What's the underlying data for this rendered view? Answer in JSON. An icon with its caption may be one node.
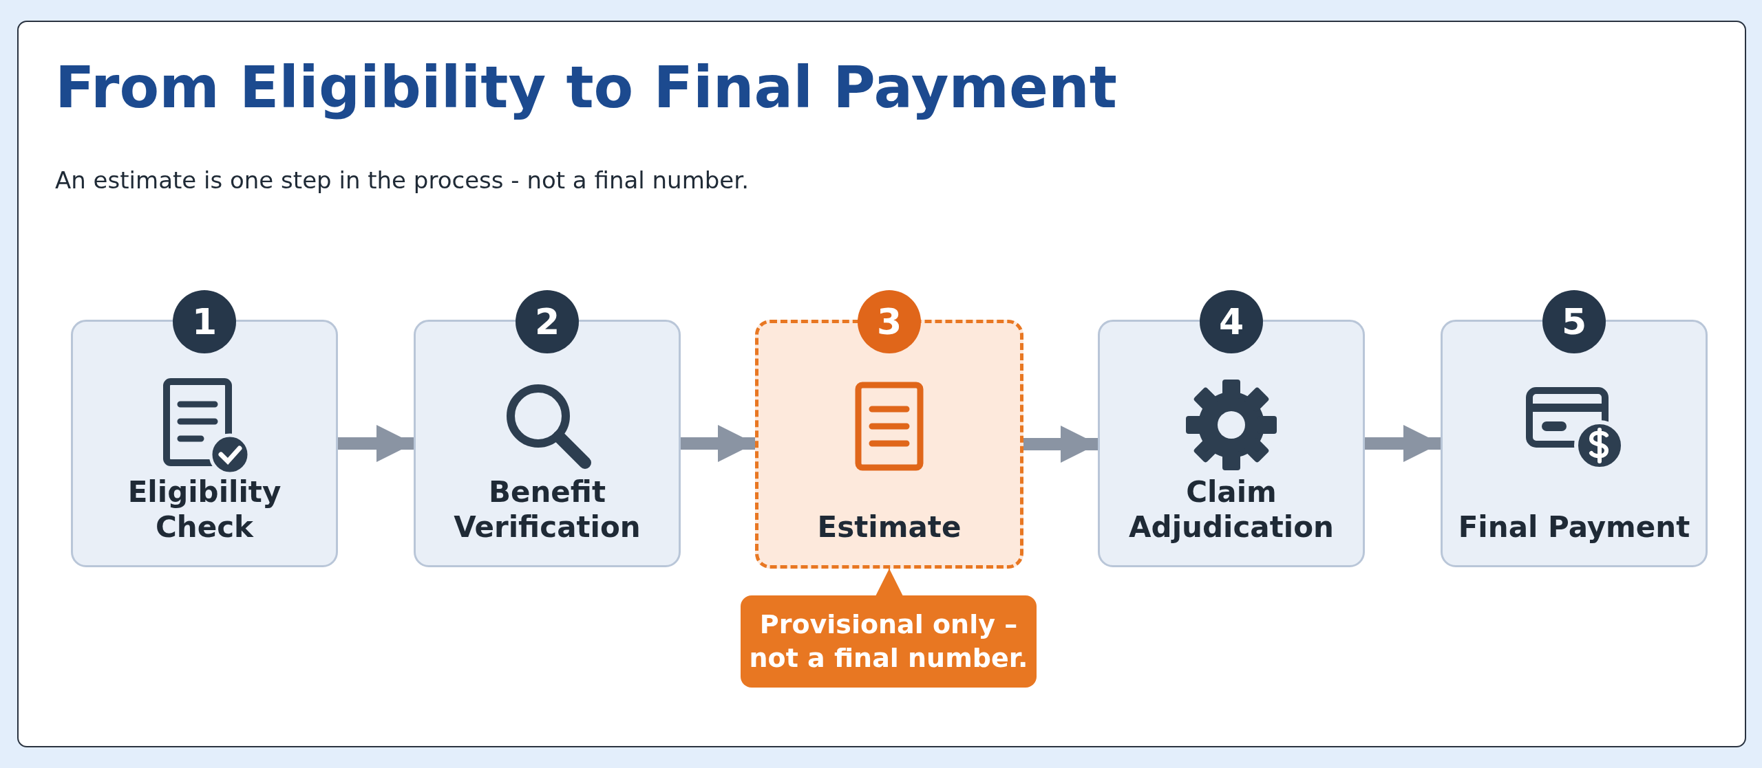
{
  "diagram": {
    "title": "From Eligibility to Final Payment",
    "nodes": [
      {
        "text": [
          "1",
          "Eligibility Check"
        ]
      },
      {
        "text": [
          "2",
          "Benefit Verification"
        ]
      },
      {
        "text": [
          "3",
          "Estimate"
        ]
      },
      {
        "text": [
          "4",
          "Claim Adjudication"
        ]
      },
      {
        "text": [
          "5",
          "Final Payment"
        ]
      },
      {
        "text": [
          "Provisional only – not a final number."
        ]
      }
    ],
    "edges": [
      {
        "from": 0,
        "to": 1,
        "arrow": "to"
      },
      {
        "from": 1,
        "to": 2,
        "arrow": "to"
      },
      {
        "from": 2,
        "to": 3,
        "arrow": "to"
      },
      {
        "from": 3,
        "to": 4,
        "arrow": "to"
      },
      {
        "from": 5,
        "to": 2,
        "arrow": "to",
        "color": "#e87722"
      }
    ],
    "labels": [
      "An estimate is one step in the process - not a final number."
    ]
  }
}
